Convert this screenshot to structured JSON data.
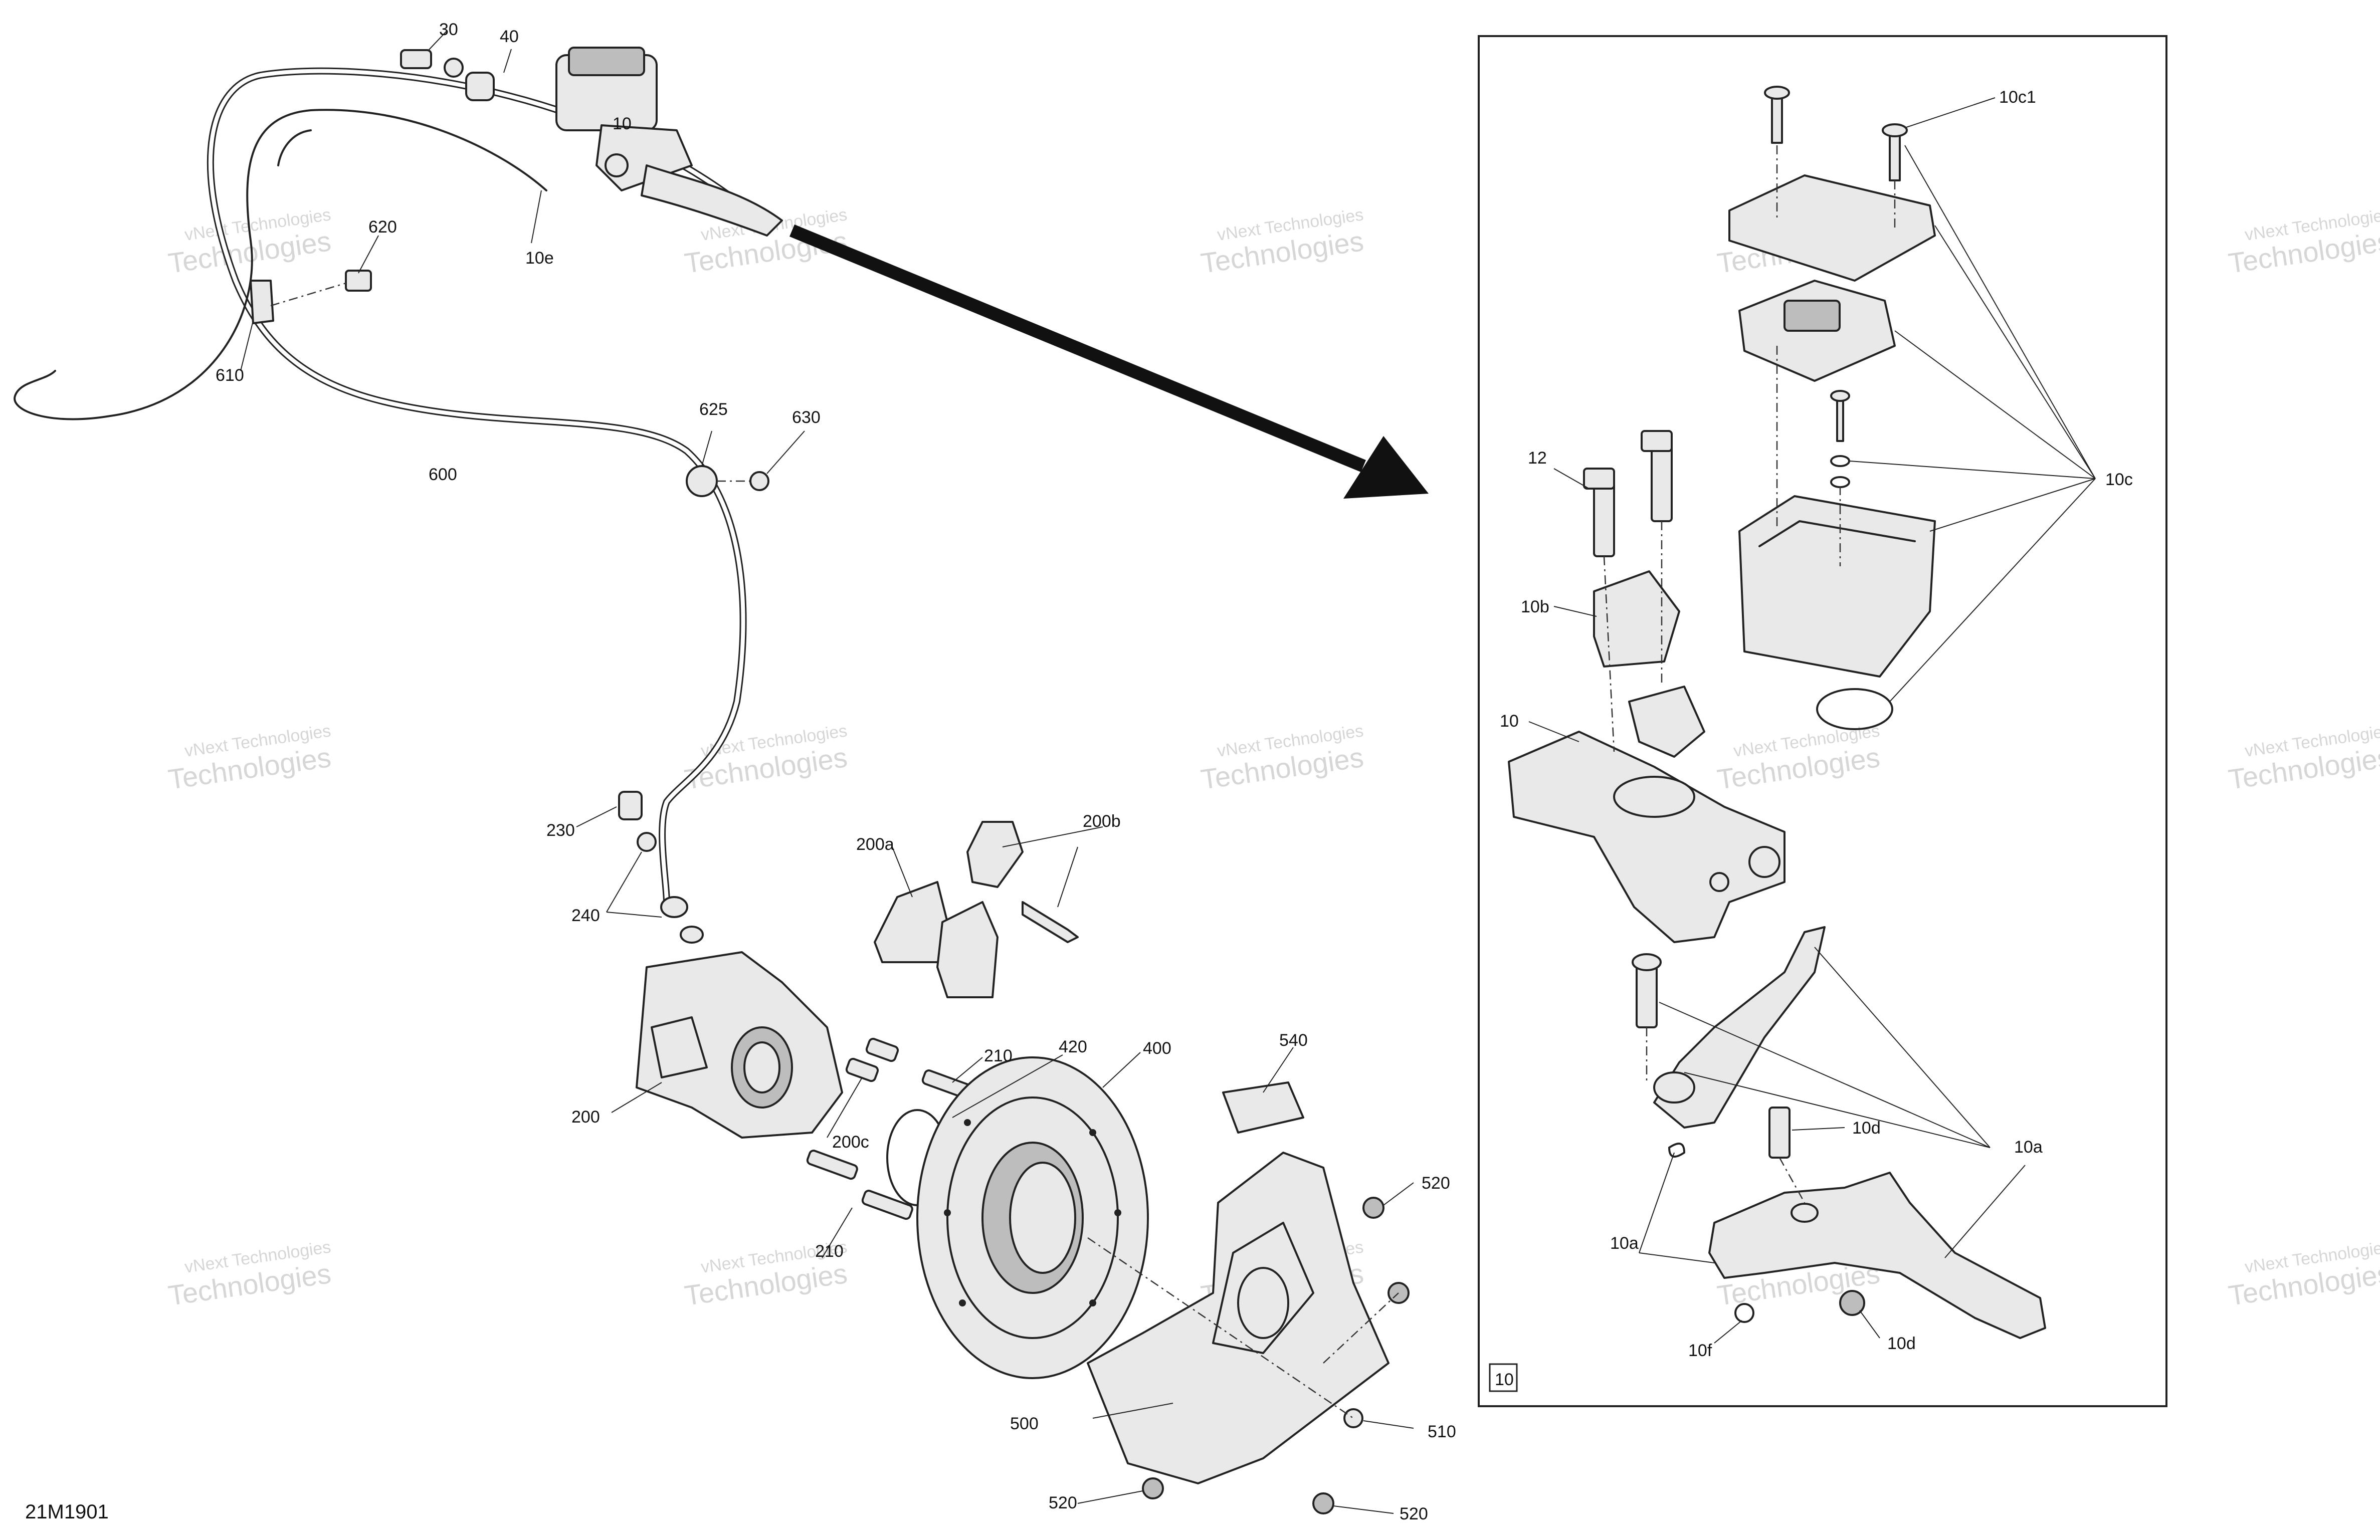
{
  "figure_code": "21M1901",
  "inset_tag": "10",
  "watermark": {
    "line1": "vNext Technologies",
    "line2": "vNext",
    "line3": "Technologies"
  },
  "callouts": {
    "c30": "30",
    "c40": "40",
    "c10": "10",
    "c10e": "10e",
    "c620": "620",
    "c610": "610",
    "c600": "600",
    "c625": "625",
    "c630": "630",
    "c230": "230",
    "c240": "240",
    "c200a": "200a",
    "c200b": "200b",
    "c200": "200",
    "c200c": "200c",
    "c210a": "210",
    "c210b": "210",
    "c420": "420",
    "c400": "400",
    "c540": "540",
    "c520a": "520",
    "c520b": "520",
    "c520c": "520",
    "c500": "500",
    "c510": "510",
    "i10c1": "10c1",
    "i10c": "10c",
    "i12": "12",
    "i10b": "10b",
    "i10": "10",
    "i10d_a": "10d",
    "i10a_a": "10a",
    "i10a_b": "10a",
    "i10f": "10f",
    "i10d_b": "10d"
  },
  "colors": {
    "line": "#222222",
    "watermark": "#d6d6d6",
    "background": "#ffffff"
  }
}
